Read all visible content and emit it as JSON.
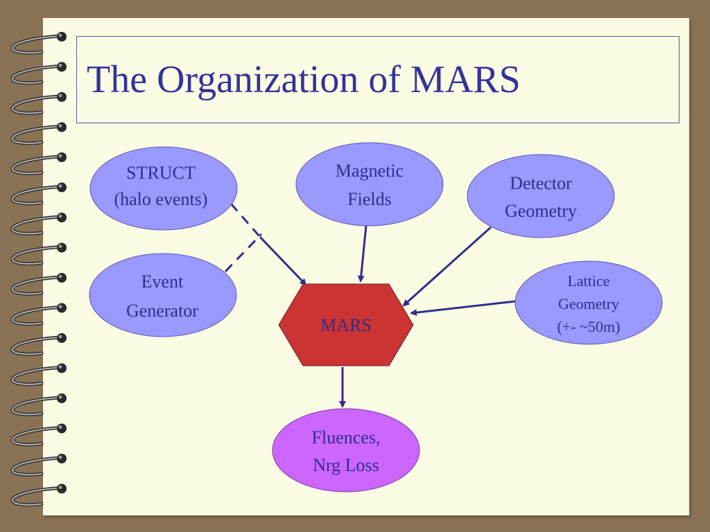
{
  "title": "The Organization of MARS",
  "colors": {
    "background": "#8a7254",
    "page": "#fbfbe4",
    "title": "#33339a",
    "node_blue": "#9999ff",
    "node_purple": "#cc66ff",
    "node_red": "#cc3333",
    "arrow": "#2e2e8c"
  },
  "nodes": {
    "struct": {
      "line1": "STRUCT",
      "line2": "(halo events)"
    },
    "event_generator": {
      "line1": "Event",
      "line2": "Generator"
    },
    "magnetic_fields": {
      "line1": "Magnetic",
      "line2": "Fields"
    },
    "detector_geometry": {
      "line1": "Detector",
      "line2": "Geometry"
    },
    "lattice_geometry": {
      "line1": "Lattice",
      "line2": "Geometry",
      "line3": "(+- ~50m)"
    },
    "mars": {
      "label": "MARS"
    },
    "fluences": {
      "line1": "Fluences,",
      "line2": "Nrg Loss"
    }
  },
  "edges": [
    {
      "from": "struct",
      "to": "mars",
      "style": "dashed-then-solid"
    },
    {
      "from": "event_generator",
      "to": "mars",
      "style": "dashed"
    },
    {
      "from": "magnetic_fields",
      "to": "mars",
      "style": "solid"
    },
    {
      "from": "detector_geometry",
      "to": "mars",
      "style": "solid"
    },
    {
      "from": "lattice_geometry",
      "to": "mars",
      "style": "solid"
    },
    {
      "from": "mars",
      "to": "fluences",
      "style": "solid"
    }
  ]
}
